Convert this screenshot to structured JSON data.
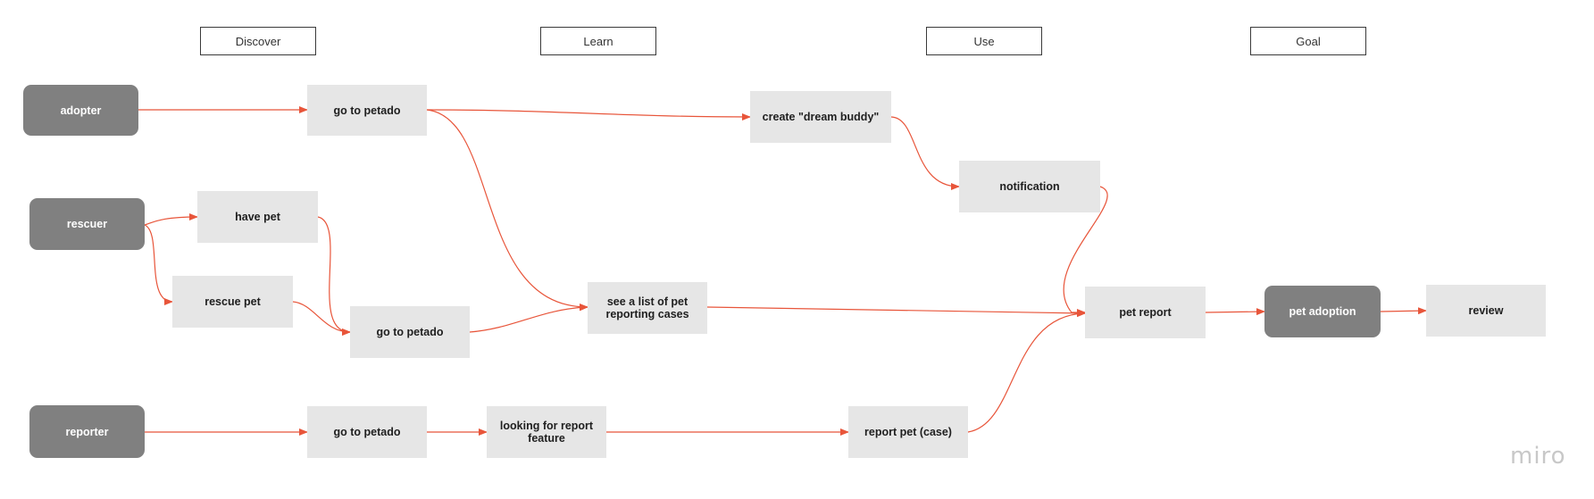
{
  "stages": {
    "discover": "Discover",
    "learn": "Learn",
    "use": "Use",
    "goal": "Goal"
  },
  "actors": {
    "adopter": "adopter",
    "rescuer": "rescuer",
    "reporter": "reporter"
  },
  "steps": {
    "adopter_go_to_petado": "go to petado",
    "create_dream_buddy": "create \"dream buddy\"",
    "notification": "notification",
    "have_pet": "have pet",
    "rescue_pet": "rescue pet",
    "rescuer_go_to_petado": "go to petado",
    "see_list": "see a list of pet reporting cases",
    "pet_report": "pet report",
    "pet_adoption": "pet adoption",
    "review": "review",
    "reporter_go_to_petado": "go to petado",
    "looking_for_report": "looking for report feature",
    "report_pet_case": "report pet (case)"
  },
  "branding": {
    "watermark": "miro"
  },
  "colors": {
    "actor_fill": "#808080",
    "step_fill": "#e6e6e6",
    "connector": "#e8553a",
    "stage_border": "#3a3a3a"
  }
}
